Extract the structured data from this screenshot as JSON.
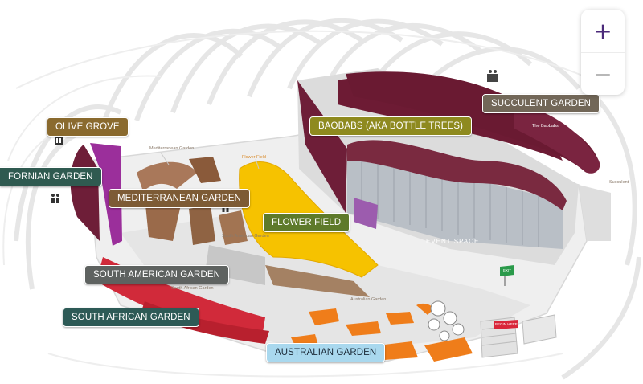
{
  "map": {
    "labels": {
      "olive_grove": "OLIVE GROVE",
      "californian_garden": "FORNIAN GARDEN",
      "mediterranean_garden": "MEDITERRANEAN GARDEN",
      "flower_field": "FLOWER FIELD",
      "baobabs": "BAOBABS (AKA BOTTLE TREES)",
      "succulent_garden": "SUCCULENT GARDEN",
      "south_american_garden": "SOUTH AMERICAN GARDEN",
      "south_african_garden": "SOUTH AFRICAN GARDEN",
      "australian_garden": "AUSTRALIAN GARDEN"
    },
    "mini_labels": {
      "mediterranean": "Mediterranean Garden",
      "flower_field": "Flower Field",
      "the_baobabs": "The Baobabs",
      "south_american": "South American Garden",
      "south_african": "South African Garden",
      "australian": "Australian Garden",
      "succulent": "Succulent",
      "event_space": "EVENT SPACE",
      "begin_here": "BEGIN HERE",
      "exit": "EXIT"
    },
    "colors": {
      "olive_grove": "#8a6a2e",
      "californian_garden": "#2f5a50",
      "mediterranean_garden": "#7d5b35",
      "flower_field": "#5e7a2a",
      "baobabs": "#8e8a1f",
      "succulent_garden": "#726758",
      "south_american_garden": "#5e6260",
      "south_african_garden": "#2d5a56",
      "australian_garden": "#a9d8ee"
    }
  },
  "controls": {
    "zoom_in": "+",
    "zoom_out": "−"
  }
}
